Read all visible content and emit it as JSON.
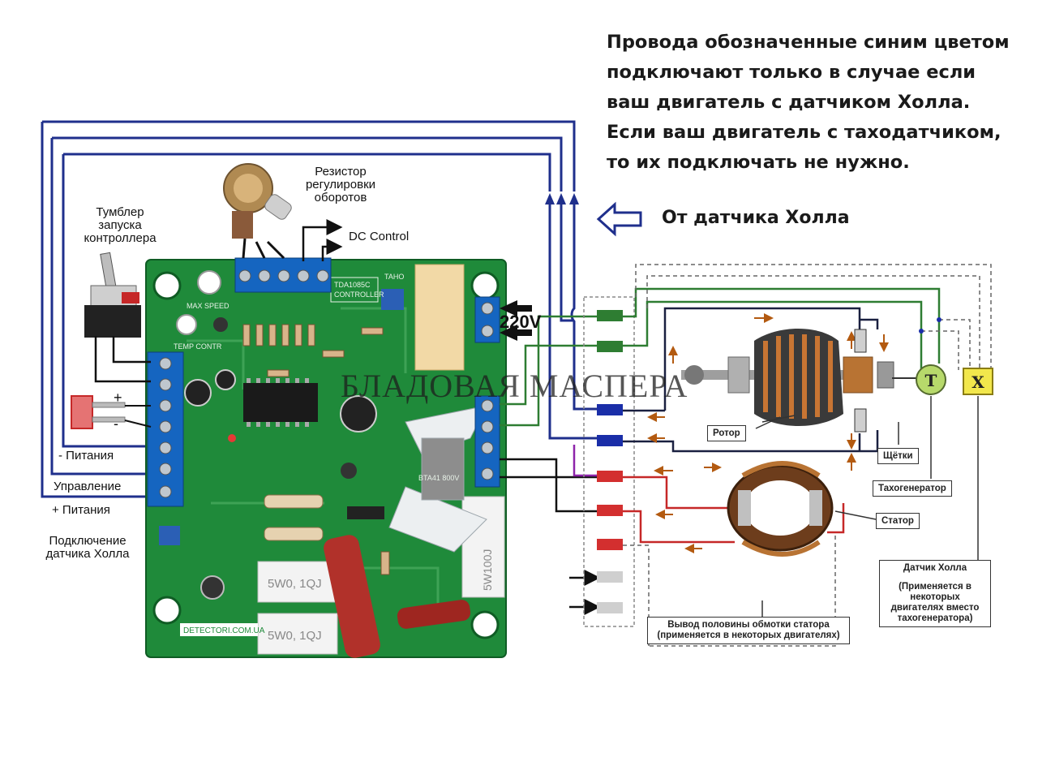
{
  "note": {
    "lines": [
      "Провода обозначенные синим цветом",
      "подключают только в случае если",
      "ваш двигатель с датчиком Холла.",
      "Если ваш двигатель с таходатчиком,",
      "то их подключать не нужно."
    ]
  },
  "hall_sensor_from": "От датчика Холла",
  "labels": {
    "resistor": [
      "Резистор",
      "регулировки",
      "оборотов"
    ],
    "dc_control": "DC Control",
    "toggle": [
      "Тумблер",
      "запуска",
      "контроллера"
    ],
    "minus_power": "- Питания",
    "control": "Управление",
    "plus_power": "+ Питания",
    "hall_connect": [
      "Подключение",
      "датчика Холла"
    ],
    "v220": "220V",
    "plus_sign": "+",
    "minus_sign": "-"
  },
  "watermark": "БЛАДОВАЯ МАСПЕРА",
  "board": {
    "chip_label": "TDA1085C CONTROLLER",
    "site": "DETECTORI.COM.UA",
    "resistor_marks": [
      "5W0, 1QJ",
      "5W0, 1QJ",
      "5W100J"
    ],
    "triac": "BTA41 800V",
    "tacho": "TAHO",
    "max_speed": "MAX SPEED",
    "temp": "TEMP CONTR"
  },
  "motor": {
    "rotor": "Ротор",
    "brushes": "Щётки",
    "tachogenerator": "Тахогенератор",
    "stator": "Статор",
    "hall_sensor": [
      "Датчик Холла",
      "(Применяется в",
      "некоторых",
      "двигателях вместо",
      "тахогенератора)"
    ],
    "half_winding": [
      "Вывод половины обмотки статора",
      "(применяется в некоторых двигателях)"
    ],
    "t_symbol": "T",
    "x_symbol": "X"
  },
  "colors": {
    "blue_wire": "#1f2f8c",
    "green_wire": "#2e7d32",
    "red_wire": "#c62828",
    "black_wire": "#111111",
    "pcb": "#1f8a3a",
    "terminal": "#1565c0"
  }
}
